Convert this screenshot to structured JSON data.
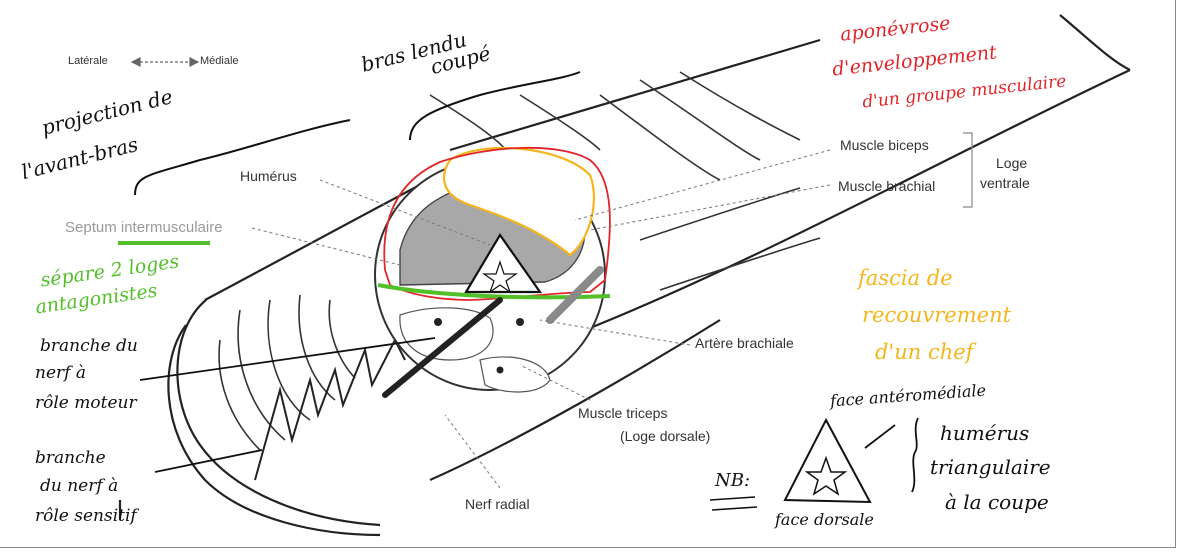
{
  "orientation": {
    "left": "Latérale",
    "right": "Médiale"
  },
  "printed_labels": {
    "humerus": "Humérus",
    "septum": "Septum intermusculaire",
    "biceps": "Muscle biceps",
    "brachial": "Muscle brachial",
    "loge_ventrale_1": "Loge",
    "loge_ventrale_2": "ventrale",
    "artere": "Artère brachiale",
    "triceps_1": "Muscle triceps",
    "triceps_2": "(Loge dorsale)",
    "nerf_radial": "Nerf radial"
  },
  "notes": {
    "bras_coupe_1": "bras lendu",
    "bras_coupe_2": "coupé",
    "projection_1": "projection de",
    "projection_2": "l'avant-bras",
    "aponevrose_1": "aponévrose",
    "aponevrose_2": "d'enveloppement",
    "aponevrose_3": "d'un groupe musculaire",
    "separe_1": "sépare 2 loges",
    "separe_2": "antagonistes",
    "moteur_1": "branche du",
    "moteur_2": "nerf à",
    "moteur_3": "rôle moteur",
    "sensitif_1": "branche",
    "sensitif_2": "du nerf à",
    "sensitif_3": "rôle sensitif",
    "fascia_1": "fascia de",
    "fascia_2": "recouvrement",
    "fascia_3": "d'un chef",
    "face_antero": "face antéromédiale",
    "humerus_tri_1": "humérus",
    "humerus_tri_2": "triangulaire",
    "humerus_tri_3": "à la coupe",
    "nb": "NB:",
    "face_dorsale": "face dorsale"
  },
  "colors": {
    "ink": "#111111",
    "red": "#e0262b",
    "green": "#53c02a",
    "orange": "#f5b51c",
    "bone_gray": "#a8a8a8",
    "printed_text": "#333333",
    "septum_text": "#9a9a9a"
  }
}
